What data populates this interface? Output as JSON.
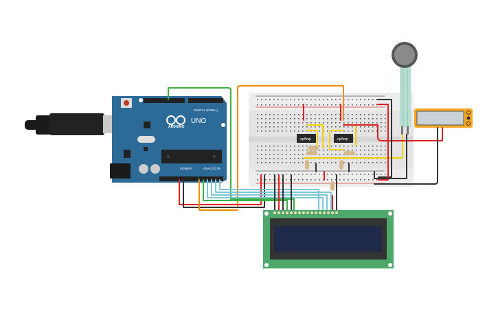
{
  "arduino": {
    "digital_label": "DIGITAL (PWM~)",
    "brand": "ARDUINO",
    "model": "UNO",
    "power_label": "POWER",
    "analog_label": "ANALOG IN"
  },
  "breadboard": {
    "opamp1_label": "opAmp",
    "opamp2_label": "opAmp"
  },
  "colors": {
    "arduino_blue": "#2c6b98",
    "breadboard": "#e4e4e4",
    "lcd_board": "#4ea76b",
    "lcd_screen": "#1f2a48",
    "multimeter": "#f5a623",
    "wire_red": "#e02020",
    "wire_black": "#333333",
    "wire_green": "#3cb043",
    "wire_orange": "#f08a00",
    "wire_cyan": "#7cc6d6",
    "wire_yellow": "#f4d000"
  }
}
